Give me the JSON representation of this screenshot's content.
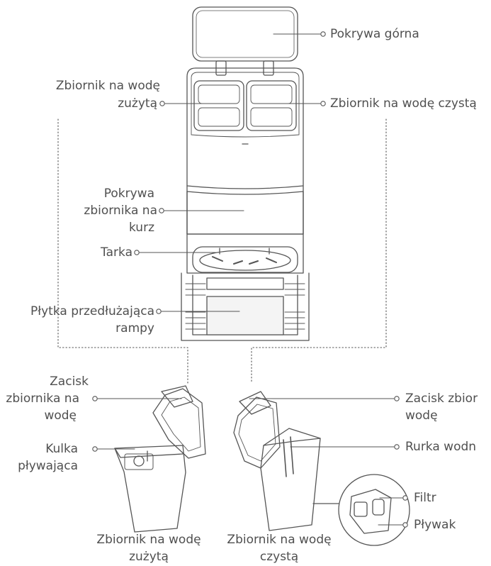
{
  "labels": {
    "top_cover": "Pokrywa górna",
    "dirty_tank_line1": "Zbiornik na wodę",
    "dirty_tank_line2": "zużytą",
    "clean_tank_top": "Zbiornik na wodę czystą",
    "dust_cover_line1": "Pokrywa",
    "dust_cover_line2": "zbiornika na",
    "dust_cover_line3": "kurz",
    "scraper": "Tarka",
    "ramp_line1": "Płytka przedłużająca",
    "ramp_line2": "rampy",
    "clip_left_line1": "Zacisk",
    "clip_left_line2": "zbiornika na",
    "clip_left_line3": "wodę",
    "float_ball_line1": "Kulka",
    "float_ball_line2": "pływająca",
    "clip_right_line1": "Zacisk zbior",
    "clip_right_line2": "wodę",
    "water_pipe": "Rurka wodn",
    "filter": "Filtr",
    "floater": "Pływak",
    "bottom_dirty_line1": "Zbiornik na wodę",
    "bottom_dirty_line2": "zużytą",
    "bottom_clean_line1": "Zbiornik na wodę",
    "bottom_clean_line2": "czystą"
  },
  "colors": {
    "line": "#555555",
    "text": "#505050"
  }
}
